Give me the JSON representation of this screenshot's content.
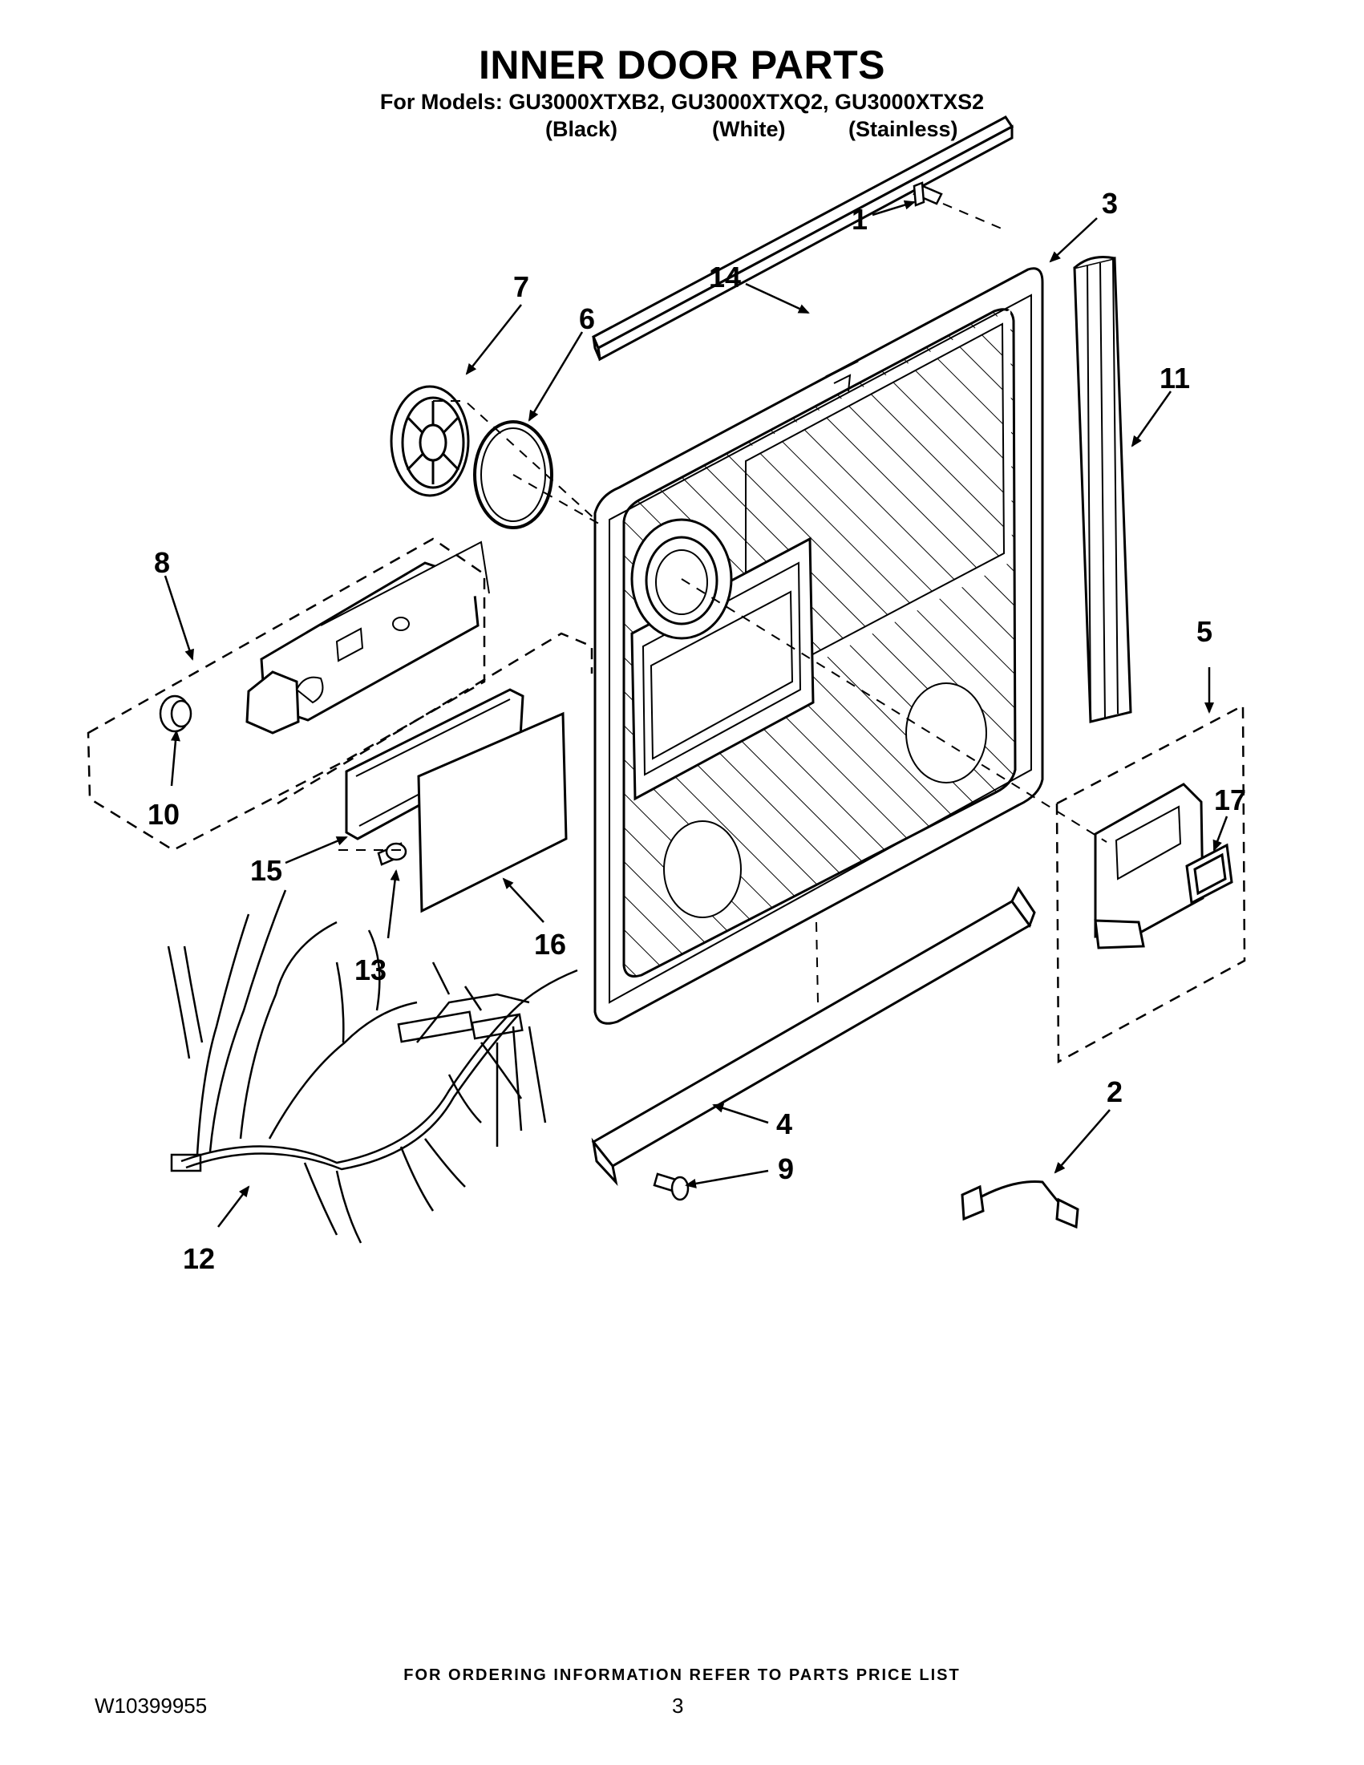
{
  "header": {
    "title": "INNER DOOR PARTS",
    "models_line": "For Models: GU3000XTXB2, GU3000XTXQ2, GU3000XTXS2",
    "colors": [
      "(Black)",
      "(White)",
      "(Stainless)"
    ]
  },
  "callouts": [
    "1",
    "2",
    "3",
    "4",
    "5",
    "6",
    "7",
    "8",
    "9",
    "10",
    "11",
    "12",
    "13",
    "14",
    "15",
    "16",
    "17"
  ],
  "footer": {
    "ordering_note": "FOR ORDERING INFORMATION REFER TO PARTS PRICE LIST",
    "document_number": "W10399955",
    "page_number": "3"
  }
}
